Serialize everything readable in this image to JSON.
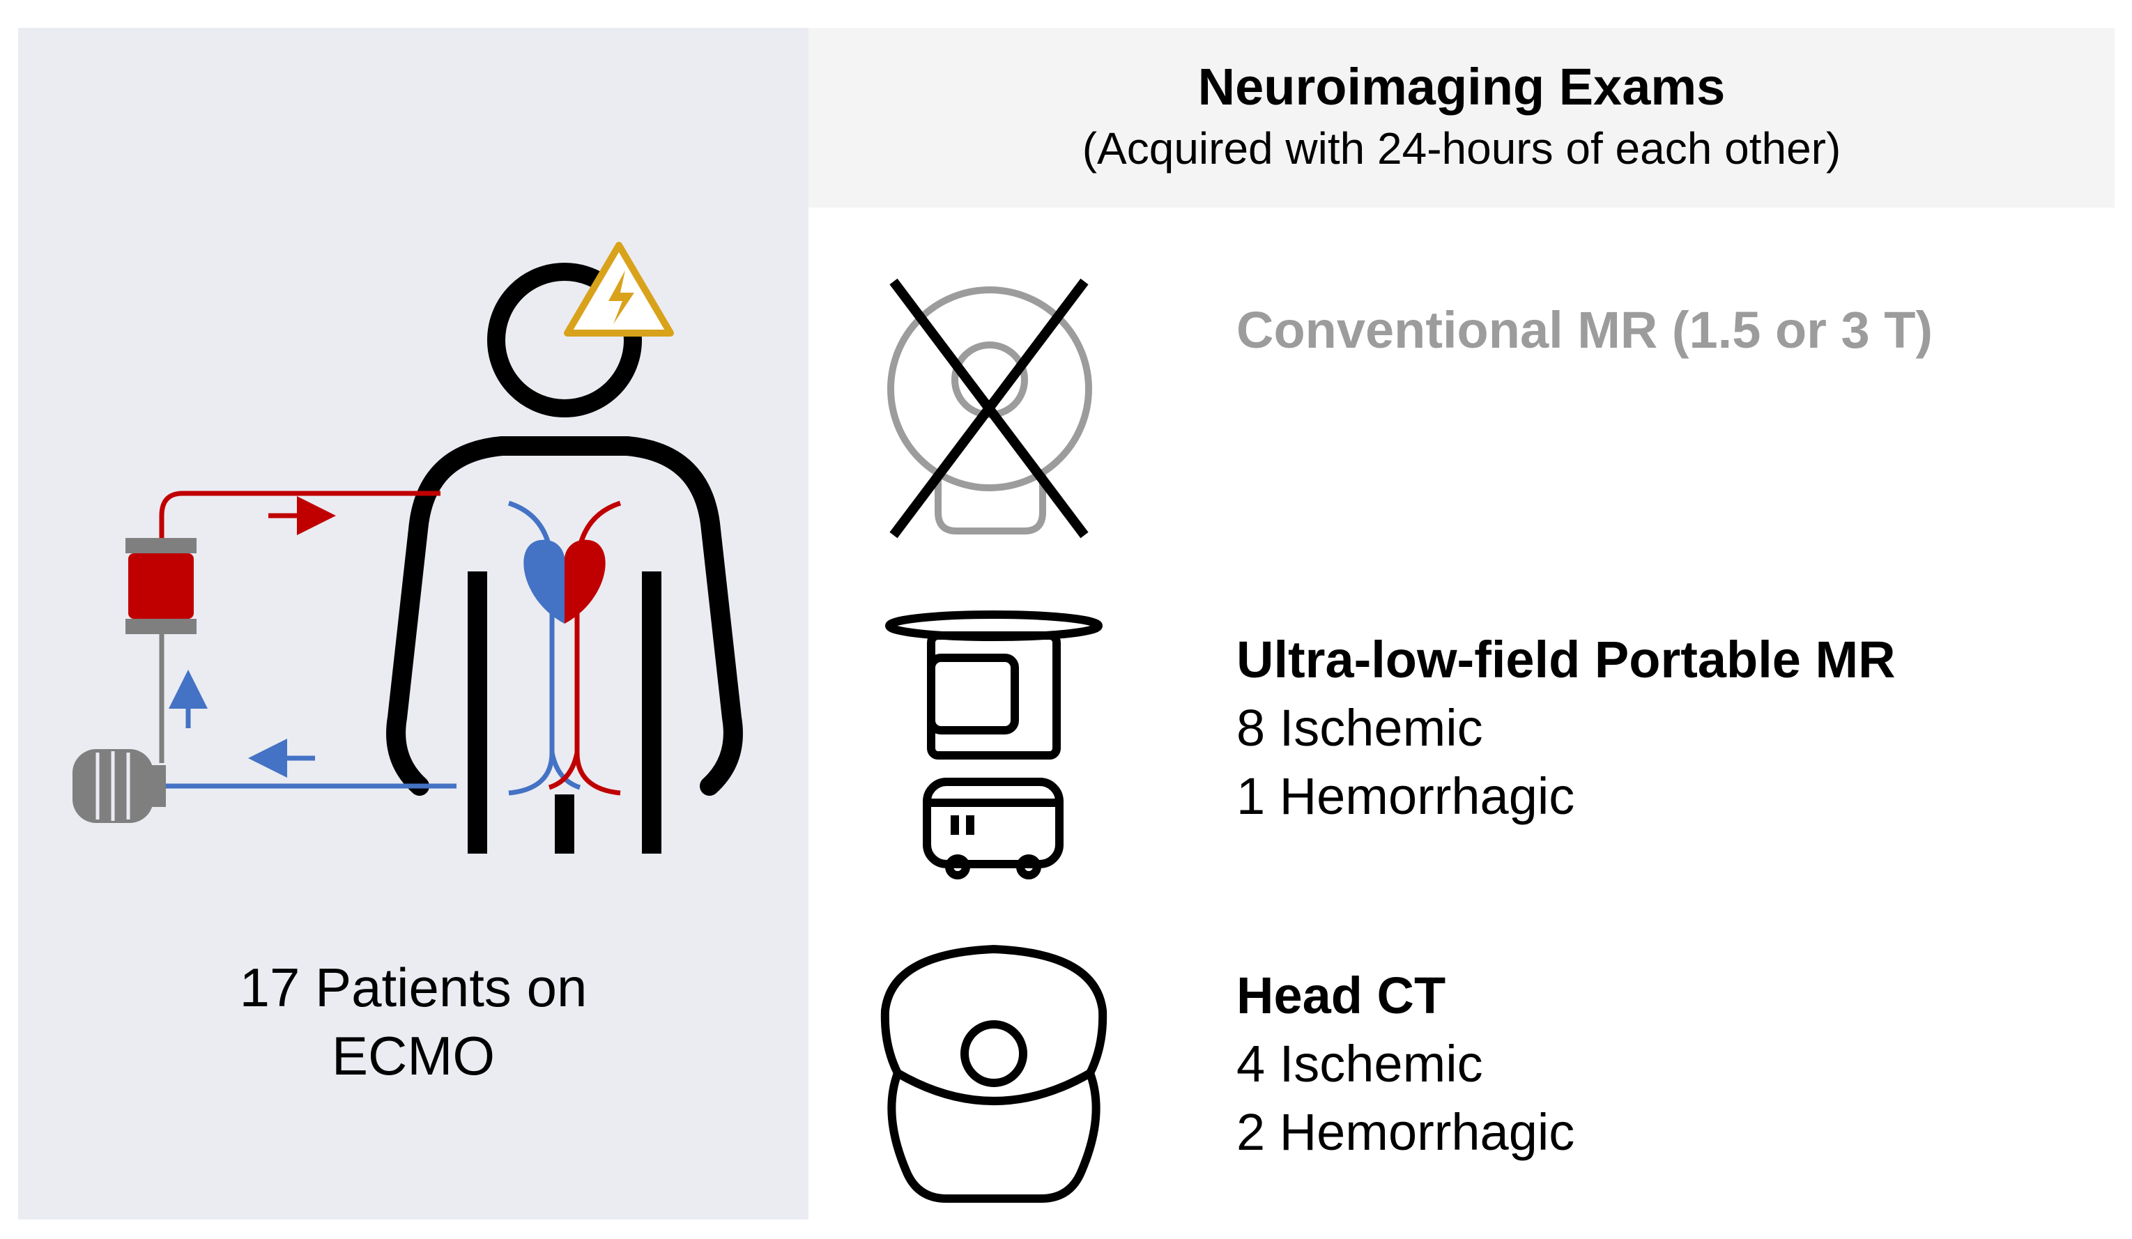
{
  "header": {
    "title": "Neuroimaging Exams",
    "subtitle": "(Acquired with 24-hours of each other)"
  },
  "patients": {
    "line1": "17 Patients on",
    "line2": "ECMO"
  },
  "exams": [
    {
      "title": "Conventional MR (1.5 or 3 T)",
      "lines": []
    },
    {
      "title": "Ultra-low-field Portable MR",
      "lines": [
        "8 Ischemic",
        "1 Hemorrhagic"
      ]
    },
    {
      "title": "Head CT",
      "lines": [
        "4 Ischemic",
        "2 Hemorrhagic"
      ]
    }
  ],
  "colors": {
    "left_background": "#eaecf2",
    "header_background": "#f4f4f5",
    "artery_red": "#c00000",
    "vein_blue": "#4472c4",
    "warning_gold": "#d9a21b",
    "disabled_grey": "#9c9c9c",
    "pump_grey": "#7f7f7f"
  },
  "icons": [
    "warning-icon",
    "heart-icon",
    "ecmo-oxygenator-icon",
    "ecmo-pump-icon",
    "conventional-mr-icon",
    "portable-mr-icon",
    "head-ct-icon"
  ]
}
